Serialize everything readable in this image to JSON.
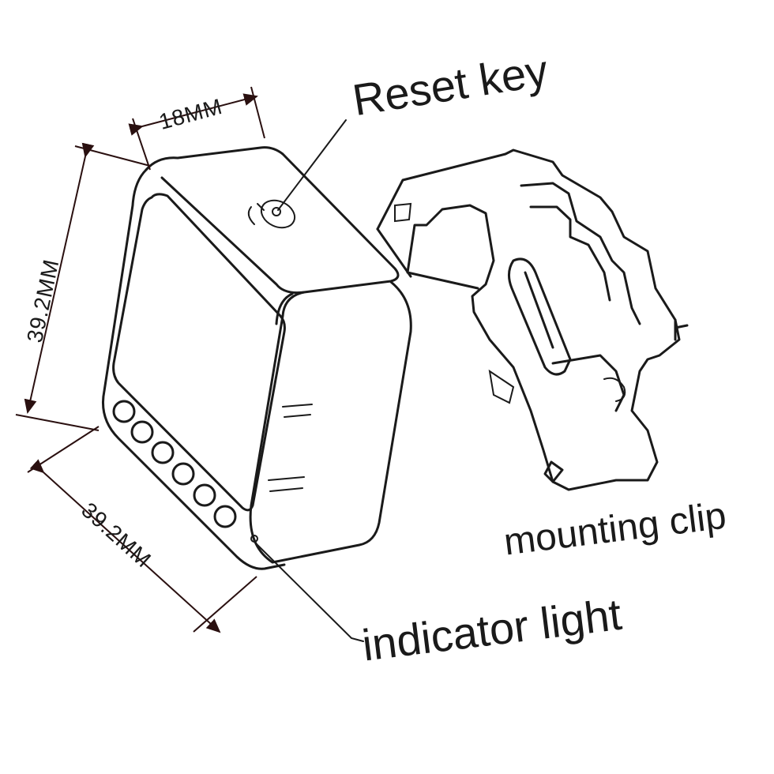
{
  "labels": {
    "reset_key": "Reset key",
    "mounting_clip": "mounting clip",
    "indicator_light": "indicator light"
  },
  "dimensions": {
    "width": "18MM",
    "height": "39.2MM",
    "depth": "39.2MM"
  },
  "colors": {
    "line": "#1a1a1a",
    "dimension_line": "#2a1010",
    "background": "#ffffff"
  }
}
